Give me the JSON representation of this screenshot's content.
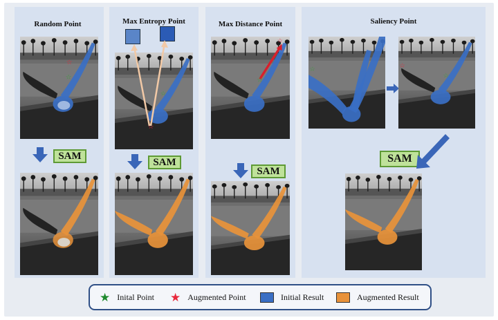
{
  "panels": [
    {
      "title": "Random Point"
    },
    {
      "title": "Max Entropy Point"
    },
    {
      "title": "Max Distance Point"
    },
    {
      "title": "Saliency Point"
    }
  ],
  "sam_label": "SAM",
  "legend": {
    "initial_point": "Inital Point",
    "augmented_point": "Augmented Point",
    "initial_result": "Initial Result",
    "augmented_result": "Augmented Result"
  },
  "colors": {
    "initial_point": "#1f8a2e",
    "augmented_point": "#e8283c",
    "initial_result": "#3a6fc4",
    "augmented_result": "#e8923a",
    "panel": "#d7e1f0",
    "sam_fill": "#bfe29a"
  },
  "icons": [
    "down-arrow-icon",
    "right-arrow-icon",
    "diagonal-arrow-icon",
    "star-icon"
  ]
}
